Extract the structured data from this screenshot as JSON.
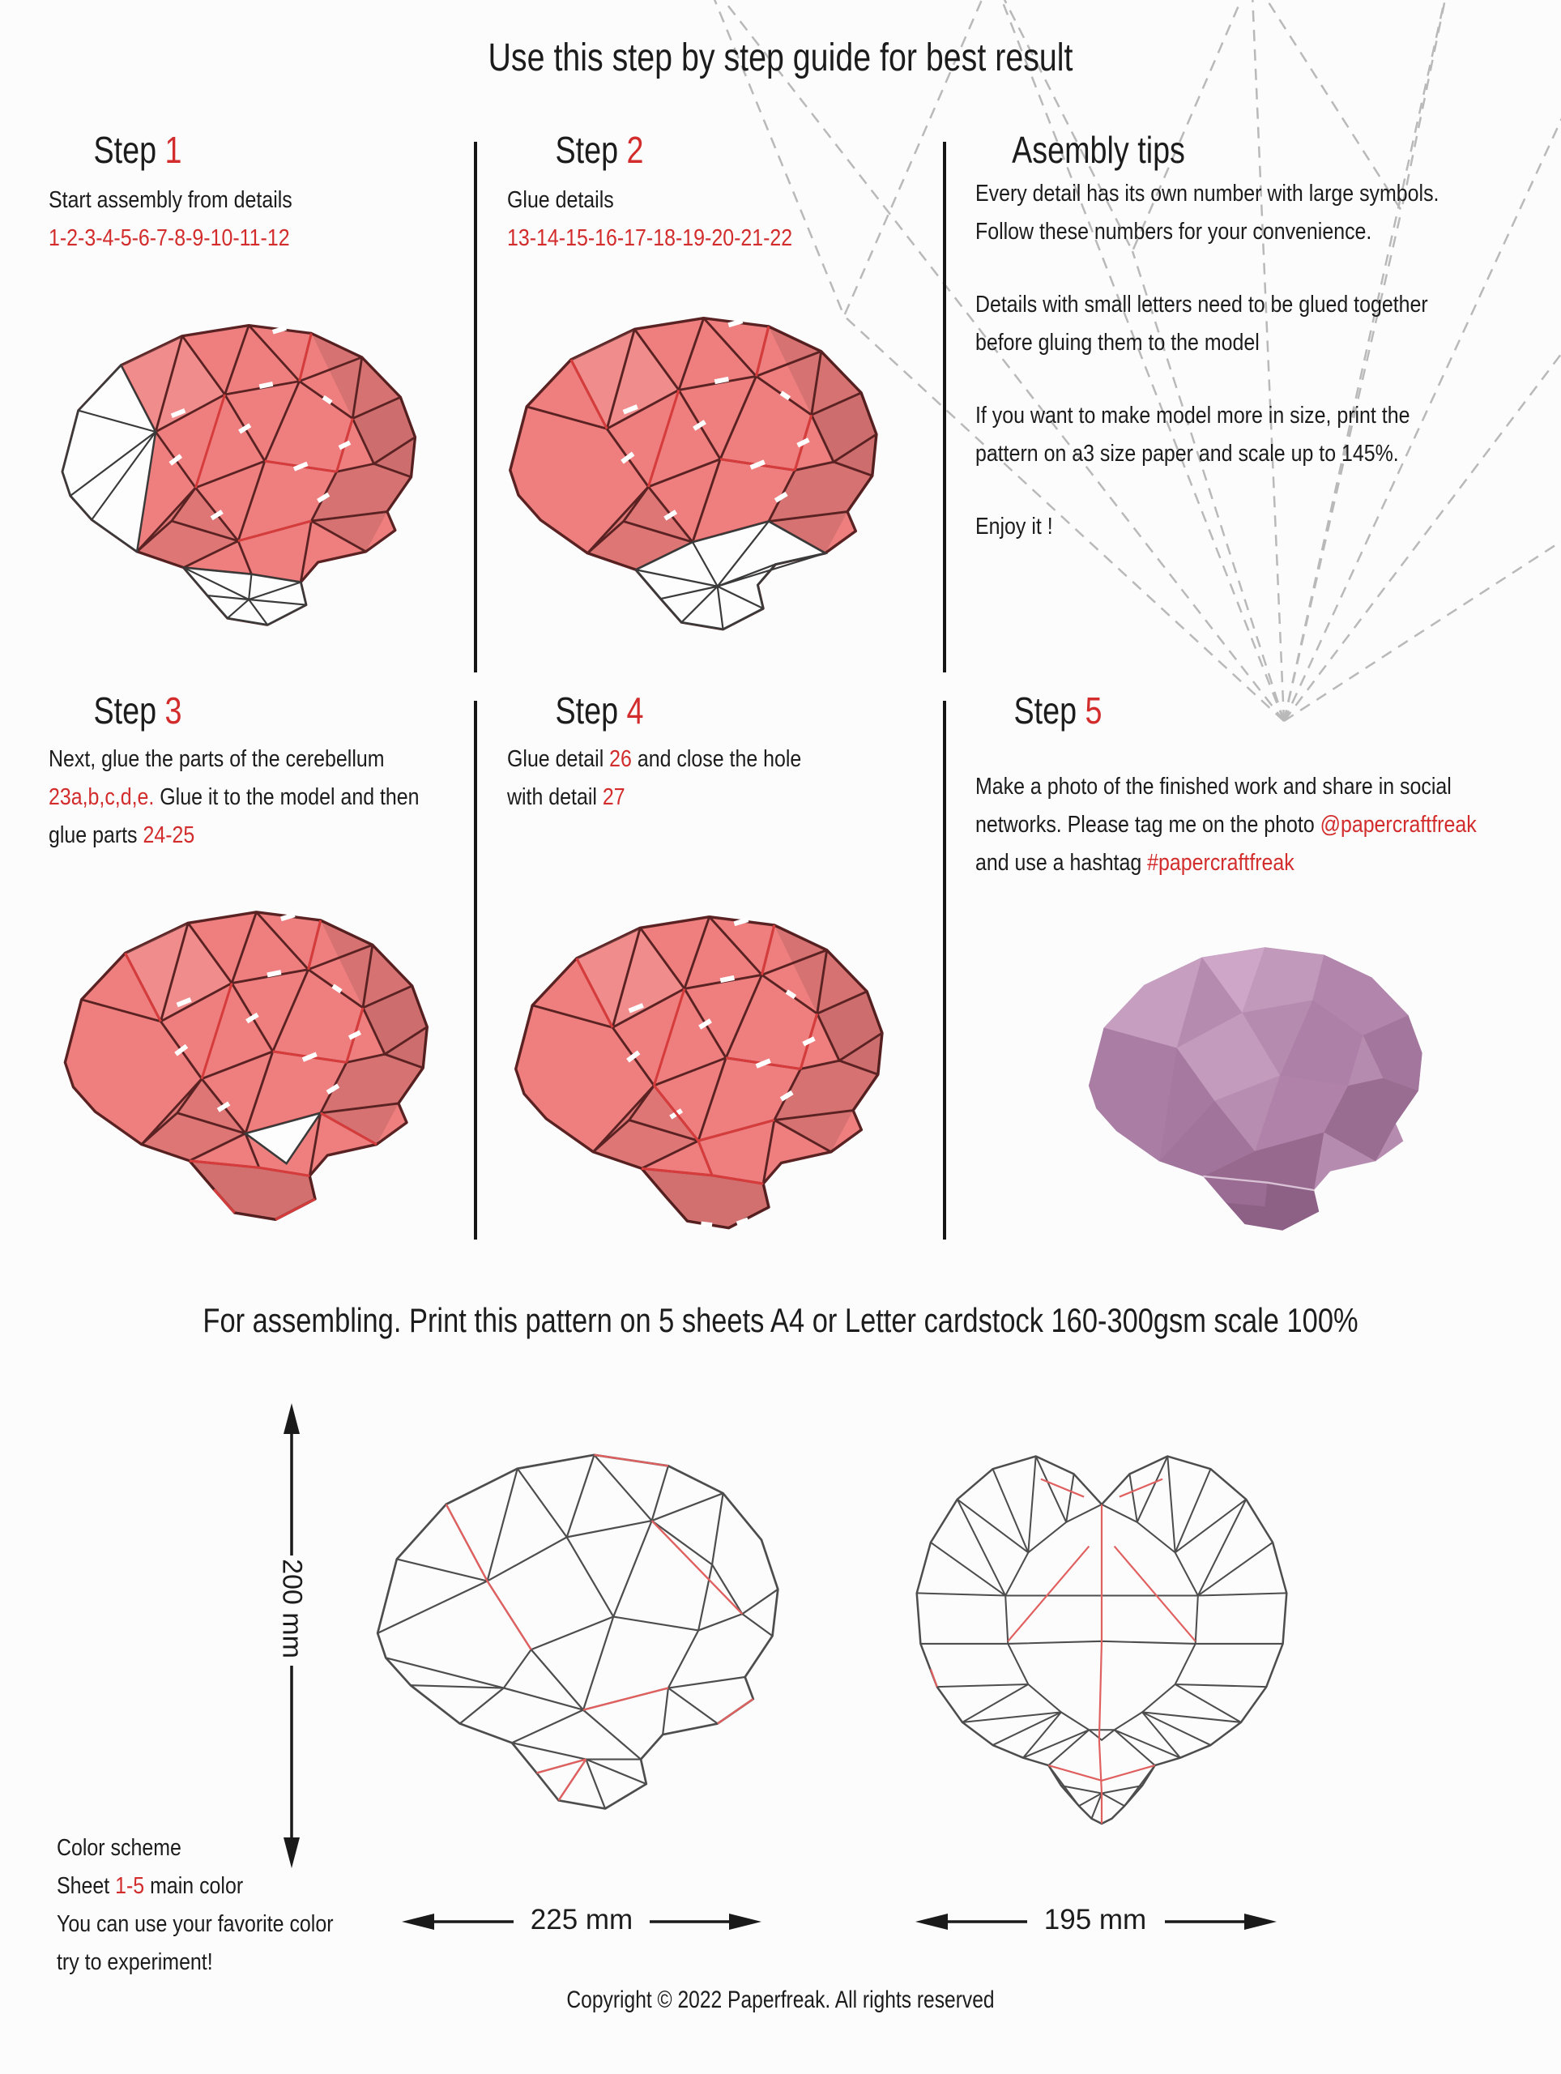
{
  "page": {
    "title": "Use this step by step guide for best result",
    "background": "#fcfcfc"
  },
  "colors": {
    "accent_red": "#d22c2c",
    "text_black": "#1c1c1c",
    "model_paper_fill": "#ef7f7f",
    "finished_model_purple": "#b68bb0",
    "guide_dashes": "#b9b9b9"
  },
  "steps": [
    {
      "heading": {
        "prefix": "Step ",
        "number": "1"
      },
      "lines": [
        [
          {
            "t": "Start assembly from details"
          }
        ],
        [
          {
            "t": "1-2-3-4-5-6-7-8-9-10-11-12",
            "red": true
          }
        ]
      ]
    },
    {
      "heading": {
        "prefix": "Step ",
        "number": "2"
      },
      "lines": [
        [
          {
            "t": "Glue details"
          }
        ],
        [
          {
            "t": "13-14-15-16-17-18-19-20-21-22",
            "red": true
          }
        ]
      ]
    },
    {
      "heading": {
        "prefix": "Step ",
        "number": "3"
      },
      "lines": [
        [
          {
            "t": "Next, glue the parts of the cerebellum"
          }
        ],
        [
          {
            "t": "23a,b,c,d,e.",
            "red": true
          },
          {
            "t": " Glue it to the model and then"
          }
        ],
        [
          {
            "t": "glue parts "
          },
          {
            "t": "24-25",
            "red": true
          }
        ]
      ]
    },
    {
      "heading": {
        "prefix": "Step ",
        "number": "4"
      },
      "lines": [
        [
          {
            "t": "Glue detail "
          },
          {
            "t": "26",
            "red": true
          },
          {
            "t": " and close the hole"
          }
        ],
        [
          {
            "t": "with detail "
          },
          {
            "t": "27",
            "red": true
          }
        ]
      ]
    },
    {
      "heading": {
        "prefix": "Step ",
        "number": "5"
      },
      "lines": [
        [
          {
            "t": "Make a photo of the finished work and share in social"
          }
        ],
        [
          {
            "t": "networks. Please tag me on the photo "
          },
          {
            "t": "@papercraftfreak",
            "red": true
          }
        ],
        [
          {
            "t": "and use a hashtag "
          },
          {
            "t": "#papercraftfreak",
            "red": true
          }
        ]
      ]
    }
  ],
  "tips": {
    "heading": "Asembly tips",
    "paragraphs": [
      [
        "Every detail has its own number with large symbols.",
        "Follow these numbers for your convenience."
      ],
      [
        "Details with small letters need to be glued together",
        "before gluing them to the model"
      ],
      [
        "If you want to make model more in size, print the",
        "pattern on a3 size paper and scale up to 145%."
      ],
      [
        "Enjoy it !"
      ]
    ]
  },
  "bottom": {
    "print_note": "For assembling. Print this pattern on 5 sheets A4 or Letter cardstock 160-300gsm scale 100%",
    "dimensions": {
      "height": "200 mm",
      "side_width": "225 mm",
      "front_width": "195 mm"
    },
    "color_scheme_lines": [
      [
        {
          "t": "Color  scheme"
        }
      ],
      [
        {
          "t": "Sheet  "
        },
        {
          "t": "1-5",
          "red": true
        },
        {
          "t": " main color"
        }
      ],
      [
        {
          "t": "You can use your favorite color"
        }
      ],
      [
        {
          "t": "try to experiment!"
        }
      ]
    ],
    "copyright": "Copyright © 2022 Paperfreak. All rights reserved"
  }
}
